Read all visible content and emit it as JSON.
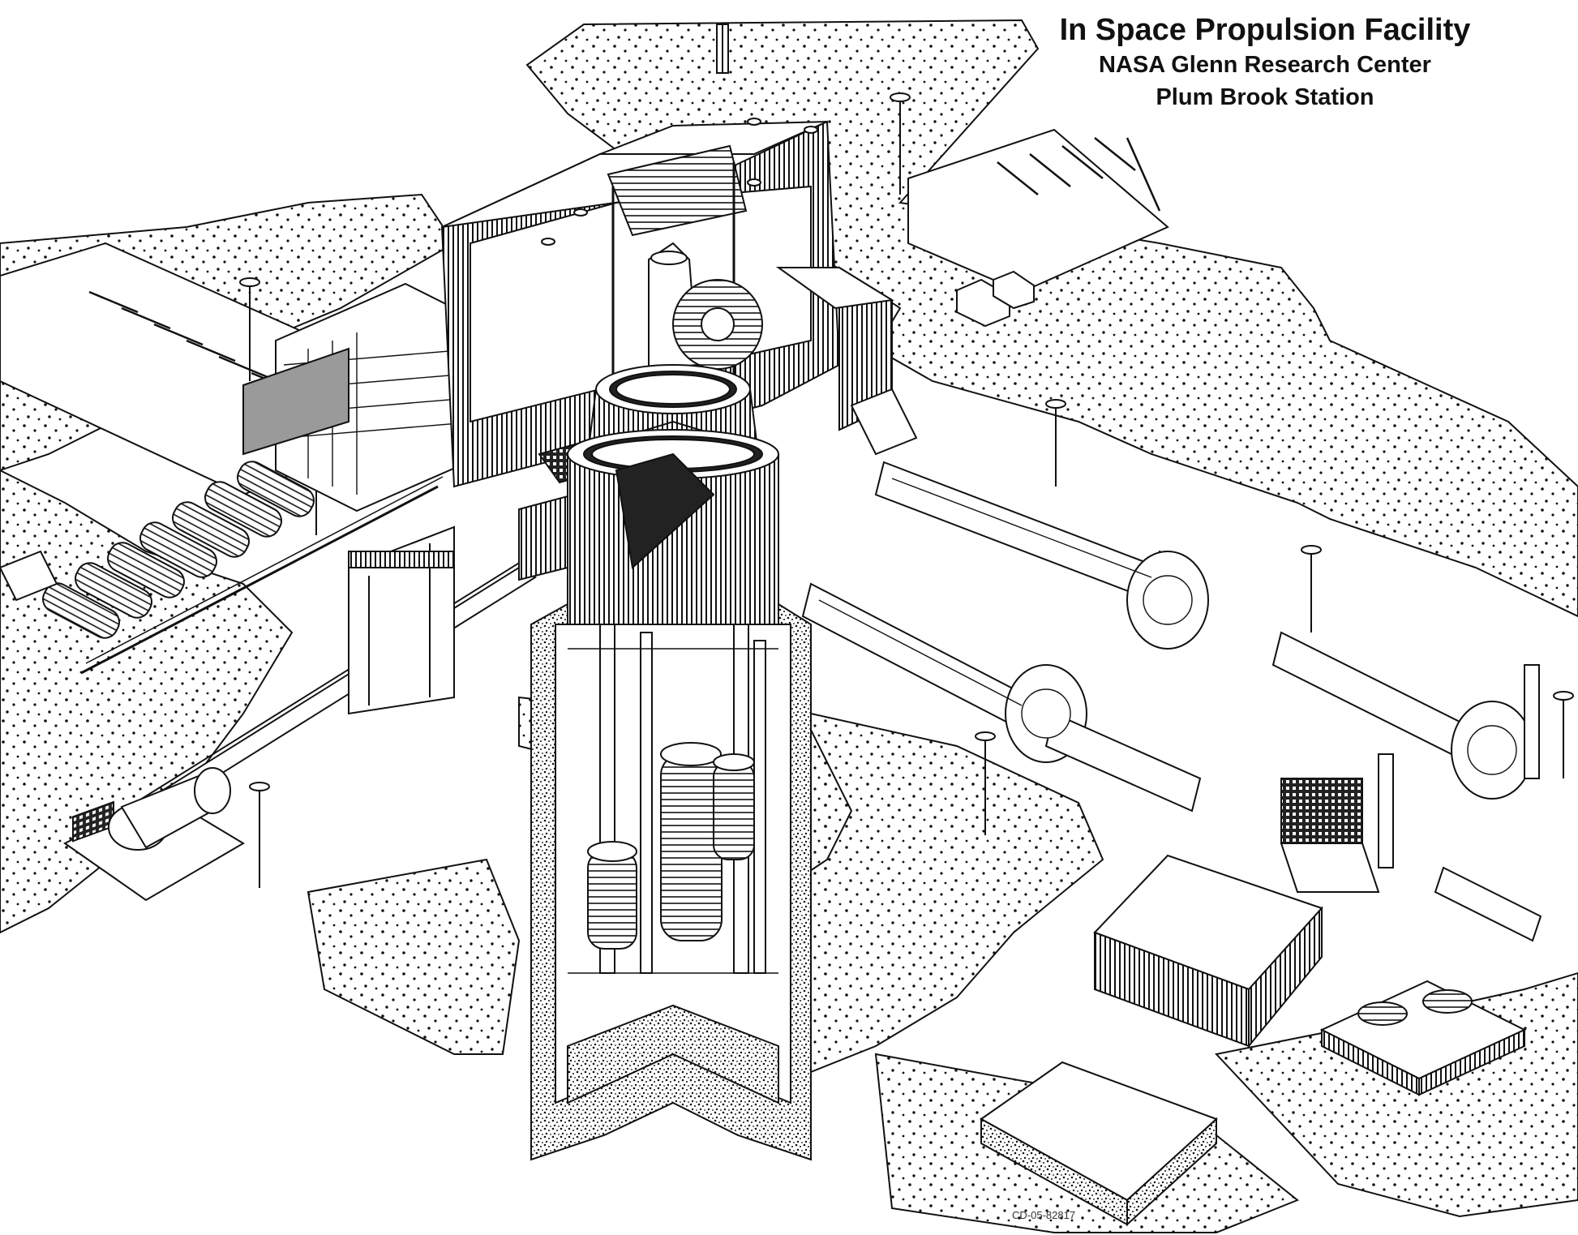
{
  "title": {
    "line1": "In Space Propulsion Facility",
    "line2": "NASA Glenn Research Center",
    "line3": "Plum Brook Station"
  },
  "drawing_code": "CD-05-82817",
  "colors": {
    "ink": "#111111",
    "paper": "#ffffff",
    "shade": "#8a8a8a"
  }
}
